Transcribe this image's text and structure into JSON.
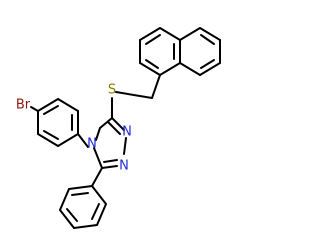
{
  "molecule": {
    "atoms": {
      "bromine": {
        "label": "Br",
        "color": "#8b1a12"
      },
      "sulfur": {
        "label": "S",
        "color": "#8a7a00"
      },
      "n4": {
        "label": "N",
        "color": "#1f2bd6"
      },
      "n2": {
        "label": "N",
        "color": "#1f2bd6"
      },
      "n1": {
        "label": "N",
        "color": "#1f2bd6"
      }
    },
    "bond_color": "#000000"
  }
}
